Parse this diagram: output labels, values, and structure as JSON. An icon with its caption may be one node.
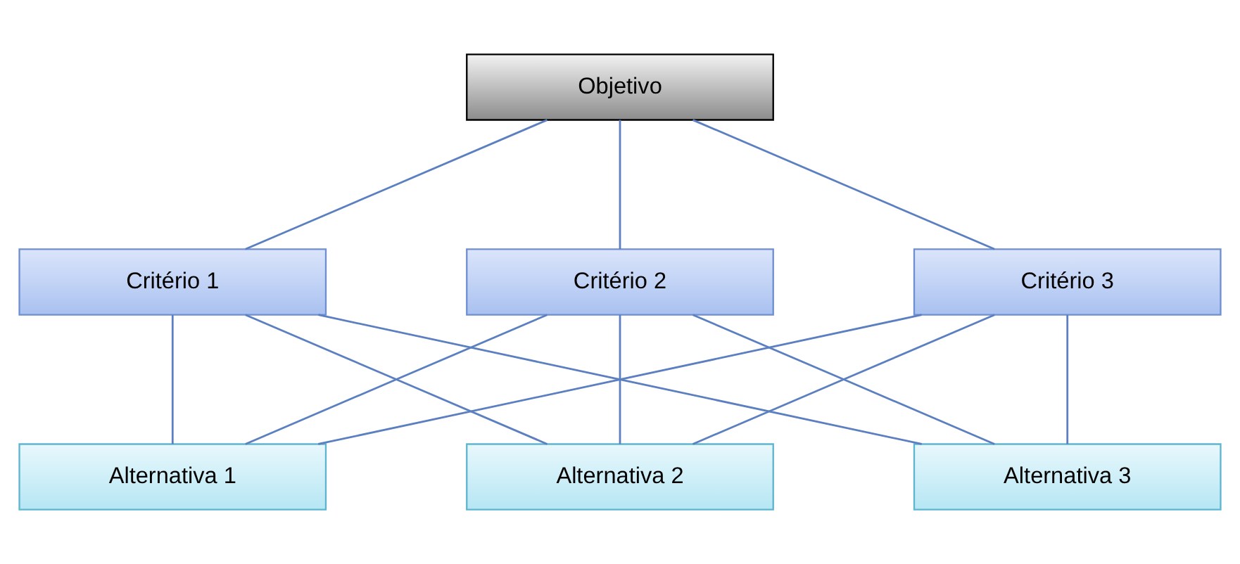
{
  "diagram": {
    "nodes": [
      {
        "text": [
          "Objetivo"
        ]
      },
      {
        "text": [
          "Critério 1"
        ]
      },
      {
        "text": [
          "Critério 2"
        ]
      },
      {
        "text": [
          "Critério 3"
        ]
      },
      {
        "text": [
          "Alternativa 1"
        ]
      },
      {
        "text": [
          "Alternativa 2"
        ]
      },
      {
        "text": [
          "Alternativa 3"
        ]
      }
    ],
    "edges": [
      {
        "from": 0,
        "to": 1,
        "arrow": "none"
      },
      {
        "from": 0,
        "to": 2,
        "arrow": "none"
      },
      {
        "from": 0,
        "to": 3,
        "arrow": "none"
      },
      {
        "from": 1,
        "to": 4,
        "arrow": "none"
      },
      {
        "from": 1,
        "to": 5,
        "arrow": "none"
      },
      {
        "from": 1,
        "to": 6,
        "arrow": "none"
      },
      {
        "from": 2,
        "to": 4,
        "arrow": "none"
      },
      {
        "from": 2,
        "to": 5,
        "arrow": "none"
      },
      {
        "from": 2,
        "to": 6,
        "arrow": "none"
      },
      {
        "from": 3,
        "to": 4,
        "arrow": "none"
      },
      {
        "from": 3,
        "to": 5,
        "arrow": "none"
      },
      {
        "from": 3,
        "to": 6,
        "arrow": "none"
      }
    ]
  }
}
